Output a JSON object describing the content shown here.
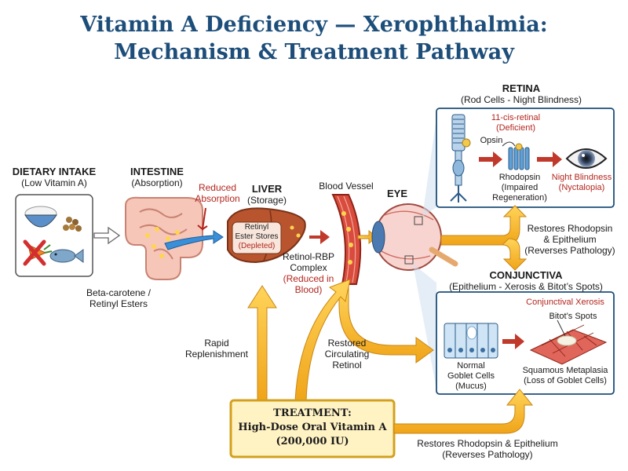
{
  "title": {
    "line1": "Vitamin A Deficiency — Xerophthalmia:",
    "line2": "Mechanism & Treatment Pathway"
  },
  "dietary": {
    "heading": "DIETARY INTAKE",
    "sub": "(Low Vitamin A)"
  },
  "intestine": {
    "heading": "INTESTINE",
    "sub": "(Absorption)",
    "reduced_1": "Reduced",
    "reduced_2": "Absorption"
  },
  "beta": {
    "line1": "Beta-carotene /",
    "line2": "Retinyl Esters"
  },
  "liver": {
    "heading": "LIVER",
    "sub": "(Storage)",
    "stores_1": "Retinyl",
    "stores_2": "Ester Stores",
    "stores_3": "(Depleted)"
  },
  "rbp": {
    "line1": "Retinol-RBP",
    "line2": "Complex",
    "line3": "(Reduced in",
    "line4": "Blood)"
  },
  "blood_vessel": "Blood Vessel",
  "eye": "EYE",
  "retina": {
    "heading": "RETINA",
    "sub": "(Rod Cells - Night Blindness)",
    "cis_1": "11-cis-retinal",
    "cis_2": "(Deficient)",
    "opsin": "Opsin",
    "rhodo_1": "Rhodopsin",
    "rhodo_2": "(Impaired",
    "rhodo_3": "Regeneration)",
    "night_1": "Night Blindness",
    "night_2": "(Nyctalopia)"
  },
  "restores_right": {
    "line1": "Restores Rhodopsin",
    "line2": "& Epithelium",
    "line3": "(Reverses Pathology)"
  },
  "conjunctiva": {
    "heading": "CONJUNCTIVA",
    "sub": "(Epithelium - Xerosis & Bitot’s Spots)",
    "xerosis": "Conjunctival Xerosis",
    "bitot": "Bitot’s Spots",
    "normal_1": "Normal",
    "normal_2": "Goblet Cells",
    "normal_3": "(Mucus)",
    "squam_1": "Squamous Metaplasia",
    "squam_2": "(Loss of Goblet Cells)"
  },
  "rapid": {
    "line1": "Rapid",
    "line2": "Replenishment"
  },
  "restored": {
    "line1": "Restored",
    "line2": "Circulating",
    "line3": "Retinol"
  },
  "treatment": {
    "line1": "TREATMENT:",
    "line2": "High-Dose Oral Vitamin A",
    "line3": "(200,000 IU)"
  },
  "restores_bottom": {
    "line1": "Restores Rhodopsin & Epithelium",
    "line2": "(Reverses Pathology)"
  },
  "colors": {
    "title": "#1d4e7a",
    "arrow_gold": "#f5b731",
    "arrow_red": "#c0392b",
    "deficient_red": "#b3261e"
  }
}
